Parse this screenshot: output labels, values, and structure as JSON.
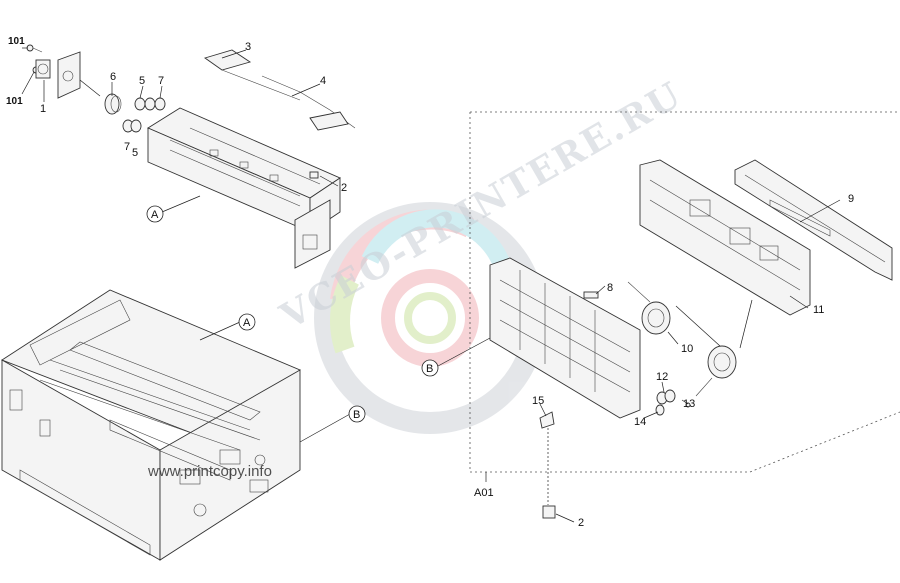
{
  "callouts": {
    "c101a": "101",
    "c101b": "101",
    "c1": "1",
    "c6": "6",
    "c5a": "5",
    "c7a": "7",
    "c3": "3",
    "c4": "4",
    "c7b": "7",
    "c5b": "5",
    "c2a": "2",
    "cA1": "A",
    "cA2": "A",
    "cB1": "B",
    "cB2": "B",
    "c8": "8",
    "c9": "9",
    "c10": "10",
    "c11": "11",
    "c12": "12",
    "c13": "13",
    "c14": "14",
    "c15": "15",
    "c2b": "2",
    "cA01": "A01"
  },
  "watermark": {
    "text": "VCEO-PRINTERE.RU",
    "url": "www.printcopy.info"
  },
  "colors": {
    "ring_red": "#f2b8bd",
    "ring_green": "#cfe6a8",
    "ring_cyan": "#b4e3ea",
    "ring_gray": "#d3d7dc"
  }
}
